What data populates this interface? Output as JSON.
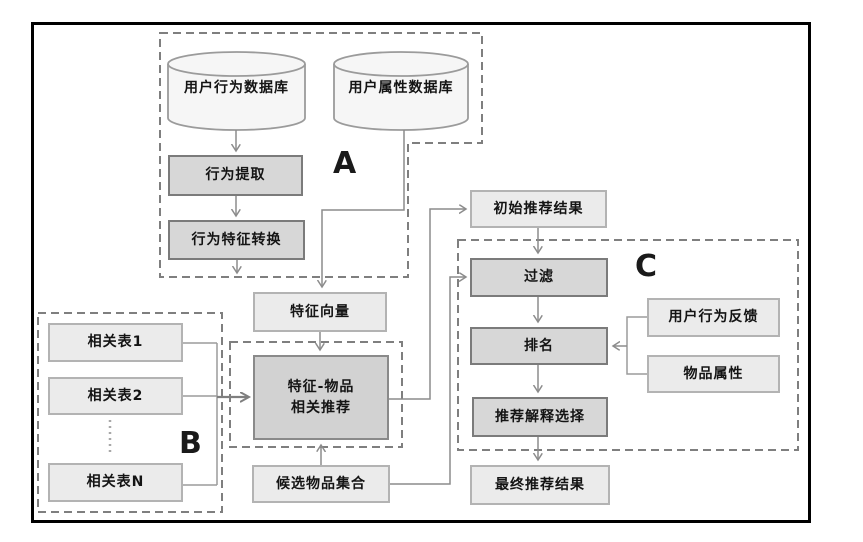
{
  "regions": {
    "a": {
      "label": "A"
    },
    "b": {
      "label": "B"
    },
    "c": {
      "label": "C"
    }
  },
  "nodes": {
    "user_behavior_db": {
      "label": "用户行为数据库",
      "type": "database"
    },
    "user_attribute_db": {
      "label": "用户属性数据库",
      "type": "database"
    },
    "behavior_extraction": {
      "label": "行为提取",
      "type": "process"
    },
    "behavior_feature_conversion": {
      "label": "行为特征转换",
      "type": "process"
    },
    "feature_vector": {
      "label": "特征向量",
      "type": "data"
    },
    "related_table_1": {
      "label": "相关表1",
      "type": "data"
    },
    "related_table_2": {
      "label": "相关表2",
      "type": "data"
    },
    "related_table_n": {
      "label": "相关表N",
      "type": "data"
    },
    "feature_item_recommend": {
      "line1": "特征-物品",
      "line2": "相关推荐",
      "type": "process"
    },
    "candidate_item_set": {
      "label": "候选物品集合",
      "type": "data"
    },
    "initial_result": {
      "label": "初始推荐结果",
      "type": "data"
    },
    "filter": {
      "label": "过滤",
      "type": "process"
    },
    "ranking": {
      "label": "排名",
      "type": "process"
    },
    "explanation_selection": {
      "label": "推荐解释选择",
      "type": "process"
    },
    "final_result": {
      "label": "最终推荐结果",
      "type": "data"
    },
    "user_behavior_feedback": {
      "label": "用户行为反馈",
      "type": "data"
    },
    "item_attributes": {
      "label": "物品属性",
      "type": "data"
    }
  },
  "colors": {
    "canvas_background": "#ffffff",
    "outer_border": "#000000",
    "process_fill": "#d7d7d7",
    "process_border": "#7b7b7b",
    "data_fill": "#ebebeb",
    "data_border": "#b3b3b3",
    "emphasis_fill": "#d2d2d2",
    "cylinder_fill": "#f6f6f6",
    "cylinder_border": "#9b9b9b",
    "connector": "#8c8c8c",
    "dashed_region": "#7f7f7f",
    "text": "#141414"
  }
}
